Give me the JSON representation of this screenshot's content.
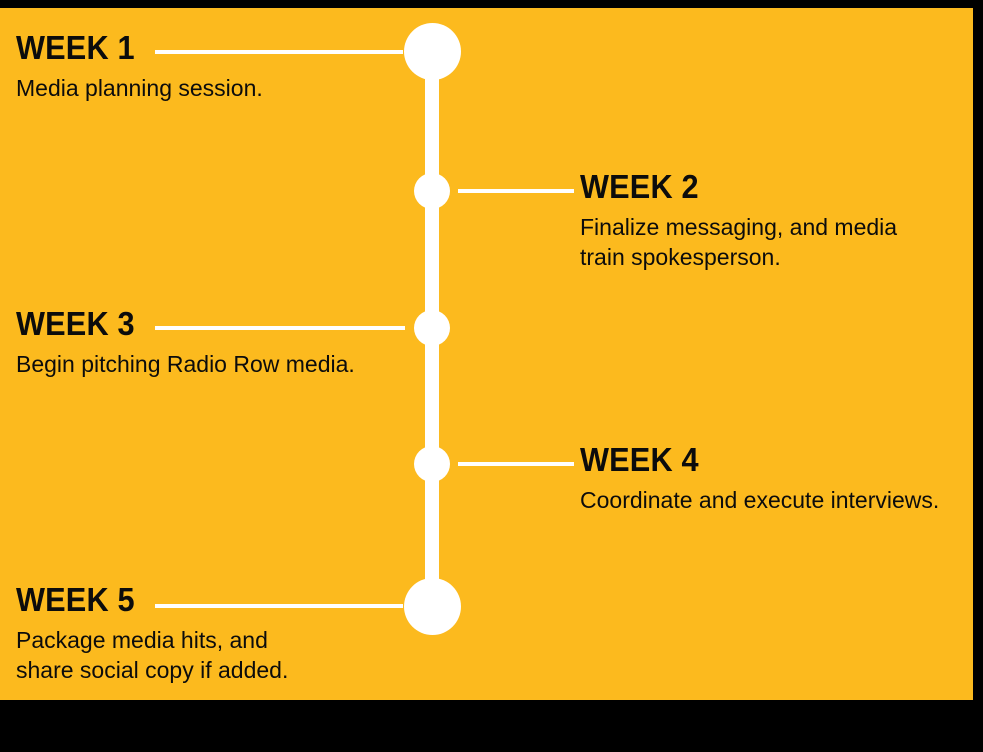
{
  "theme": {
    "background_color": "#FCBA1E",
    "frame_color": "#000000",
    "accent_color": "#FFFFFF",
    "text_color": "#0C0C0C"
  },
  "timeline": {
    "milestones": [
      {
        "id": "week-1",
        "title": "WEEK 1",
        "description": "Media planning session.",
        "side": "left",
        "node_size": "large"
      },
      {
        "id": "week-2",
        "title": "WEEK 2",
        "description": "Finalize messaging, and media\ntrain spokesperson.",
        "side": "right",
        "node_size": "small"
      },
      {
        "id": "week-3",
        "title": "WEEK 3",
        "description": "Begin pitching Radio Row media.",
        "side": "left",
        "node_size": "small"
      },
      {
        "id": "week-4",
        "title": "WEEK 4",
        "description": "Coordinate and execute interviews.",
        "side": "right",
        "node_size": "small"
      },
      {
        "id": "week-5",
        "title": "WEEK 5",
        "description": "Package media hits, and\nshare social copy if added.",
        "side": "left",
        "node_size": "large"
      }
    ]
  }
}
